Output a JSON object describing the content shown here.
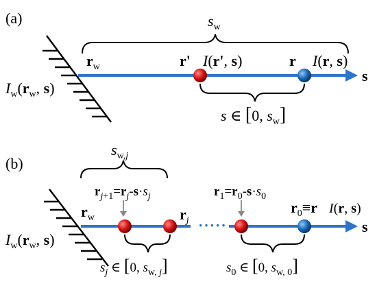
{
  "panel_a": {
    "panel_label": "(a)",
    "wall_intensity": {
      "sym": "I",
      "sub": "w",
      "open": "(",
      "r": "r",
      "r_sub": "w",
      "comma": ", ",
      "s": "s",
      "close": ")"
    },
    "path_length": {
      "sym": "s",
      "sub": "w"
    },
    "r_wall": {
      "r": "r",
      "sub": "w"
    },
    "r_prime": "r'",
    "intensity_prime": {
      "sym": "I",
      "open": "(",
      "r": "r'",
      "comma": ", ",
      "s": "s",
      "close": ")"
    },
    "r_point": "r",
    "intensity_r": {
      "sym": "I",
      "open": "(",
      "r": "r",
      "comma": ", ",
      "s": "s",
      "close": ")"
    },
    "direction": "s",
    "range": {
      "var": "s",
      "in": " ∈ ",
      "lb": "[",
      "low": "0, ",
      "up": "s",
      "up_sub": "w",
      "rb": "]"
    }
  },
  "panel_b": {
    "panel_label": "(b)",
    "wall_intensity": {
      "sym": "I",
      "sub": "w",
      "open": "(",
      "r": "r",
      "r_sub": "w",
      "comma": ", ",
      "s": "s",
      "close": ")"
    },
    "step_length": {
      "sym": "s",
      "sub": "w,",
      "sub_j": "j"
    },
    "r_wall": {
      "r": "r",
      "sub": "w"
    },
    "eq_j": {
      "r1": "r",
      "r1_sub": "j",
      "r1_sub2": "+1",
      "eq": "=",
      "r2": "r",
      "r2_sub": "j",
      "minus": "-",
      "s": "s",
      "dot": "·",
      "s2": "s",
      "s2_sub": "j"
    },
    "r_j": {
      "r": "r",
      "sub": "j"
    },
    "dots": "·····",
    "eq_1": {
      "r1": "r",
      "r1_sub": "1",
      "eq": "=",
      "r2": "r",
      "r2_sub": "0",
      "minus": "-",
      "s": "s",
      "dot": "·",
      "s2": "s",
      "s2_sub": "0"
    },
    "r0": {
      "r": "r",
      "sub": "0",
      "equiv": "≡",
      "r2": "r"
    },
    "intensity_r": {
      "sym": "I",
      "open": "(",
      "r": "r",
      "comma": ", ",
      "s": "s",
      "close": ")"
    },
    "direction": "s",
    "range_j": {
      "var": "s",
      "var_sub": "j",
      "in": " ∈ ",
      "lb": "[",
      "low": "0, ",
      "up": "s",
      "up_sub": "w, ",
      "up_sub_j": "j",
      "rb": "]"
    },
    "range_0": {
      "var": "s",
      "var_sub": "0",
      "in": " ∈ ",
      "lb": "[",
      "low": "0, ",
      "up": "s",
      "up_sub": "w, 0",
      "rb": "]"
    }
  },
  "colors": {
    "ray": "#2e74c8",
    "red_node": "#d81818",
    "blue_node": "#1d6fc0",
    "ink": "#000000"
  }
}
